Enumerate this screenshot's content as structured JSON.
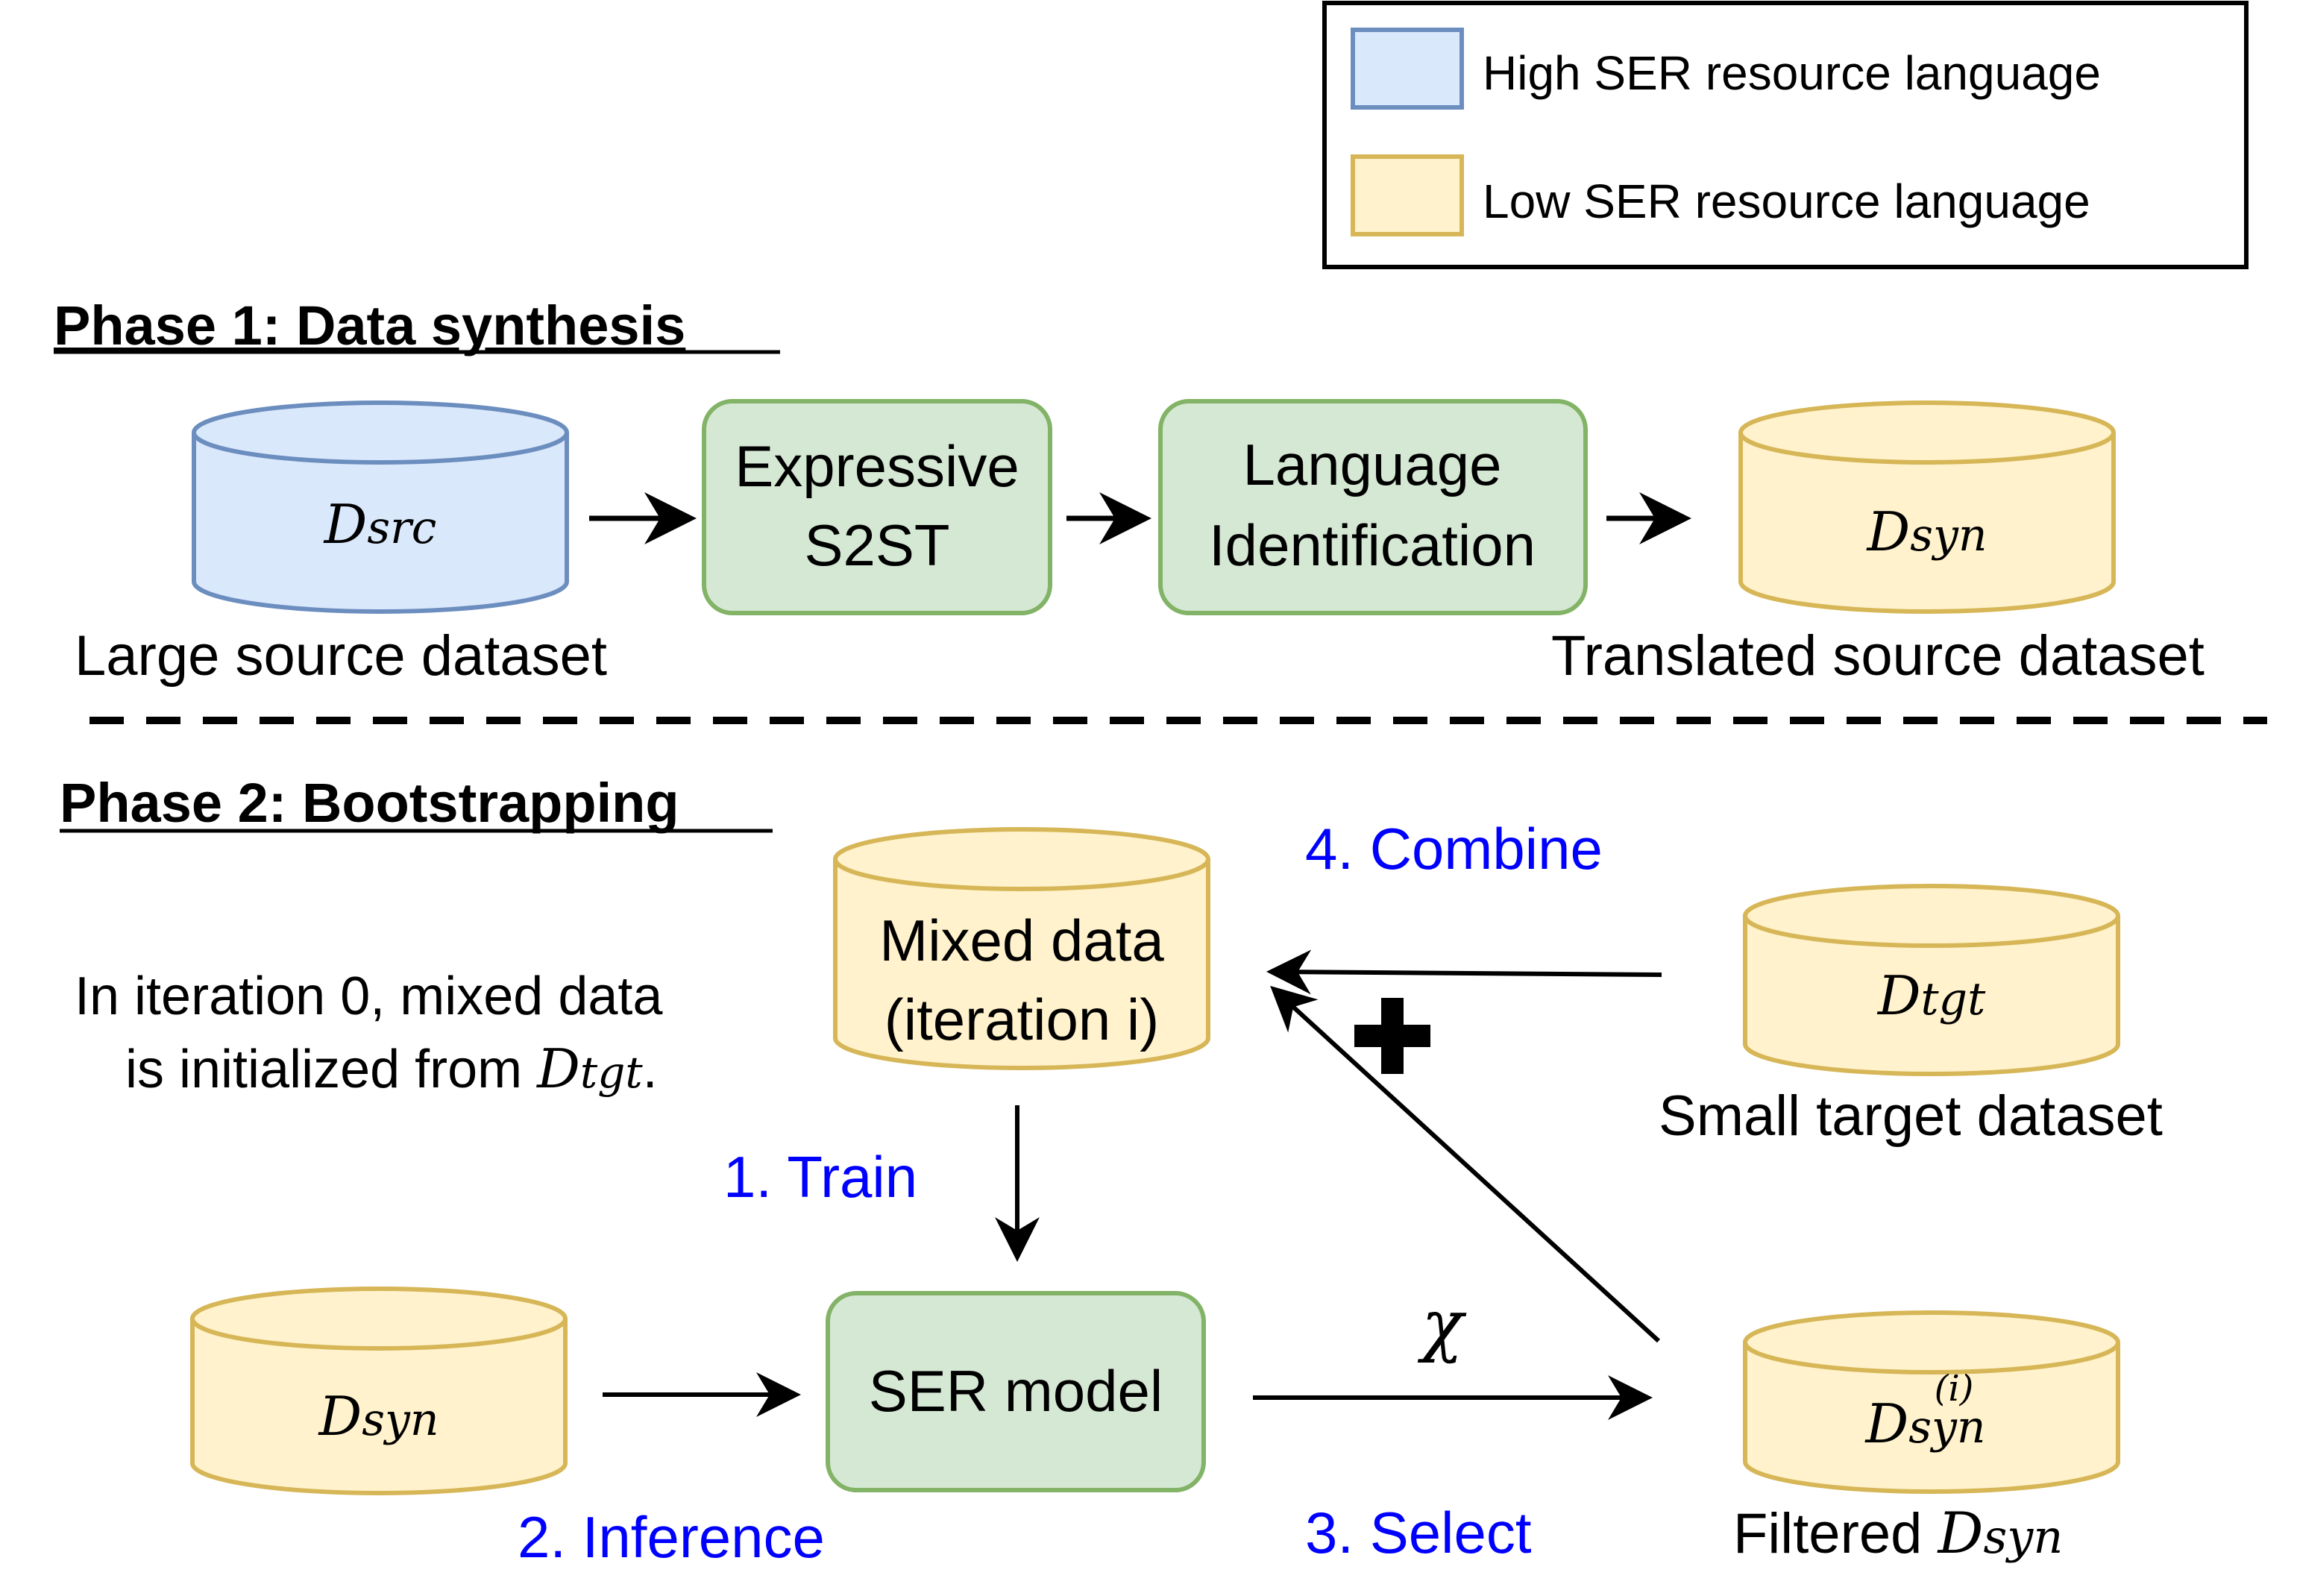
{
  "colors": {
    "high_fill": "#dae8fc",
    "high_stroke": "#6c8ebf",
    "low_fill": "#fff2cc",
    "low_stroke": "#d6b656",
    "process_fill": "#d5e8d4",
    "process_stroke": "#82b366",
    "step_text": "#0000ff",
    "ink": "#000000"
  },
  "legend": {
    "high_label": "High SER resource language",
    "low_label": "Low SER resource language"
  },
  "phase1": {
    "title": "Phase 1: Data synthesis",
    "src_symbol": {
      "base": "D",
      "sub": "src"
    },
    "src_caption": "Large source dataset",
    "s2st_line1": "Expressive",
    "s2st_line2": "S2ST",
    "lid_line1": "Language",
    "lid_line2": "Identification",
    "syn_symbol": {
      "base": "D",
      "sub": "syn"
    },
    "syn_caption": "Translated source dataset"
  },
  "phase2": {
    "title": "Phase 2: Bootstrapping",
    "note_line1": "In iteration 0, mixed data",
    "note_line2_prefix": "is initialized from ",
    "note_symbol": {
      "base": "D",
      "sub": "tgt"
    },
    "note_suffix": ".",
    "mixed_line1": "Mixed data",
    "mixed_line2": "(iteration i)",
    "tgt_symbol": {
      "base": "D",
      "sub": "tgt"
    },
    "tgt_caption": "Small target dataset",
    "syn_symbol": {
      "base": "D",
      "sub": "syn"
    },
    "ser_label": "SER model",
    "chi": "χ",
    "filtered_symbol": {
      "base": "D",
      "sub": "syn",
      "sup": "(i)"
    },
    "filtered_caption_prefix": "Filtered ",
    "filtered_caption_symbol": {
      "base": "D",
      "sub": "syn"
    },
    "plus_icon": "plus",
    "steps": {
      "train": "1. Train",
      "inference": "2. Inference",
      "select": "3. Select",
      "combine": "4. Combine"
    }
  }
}
